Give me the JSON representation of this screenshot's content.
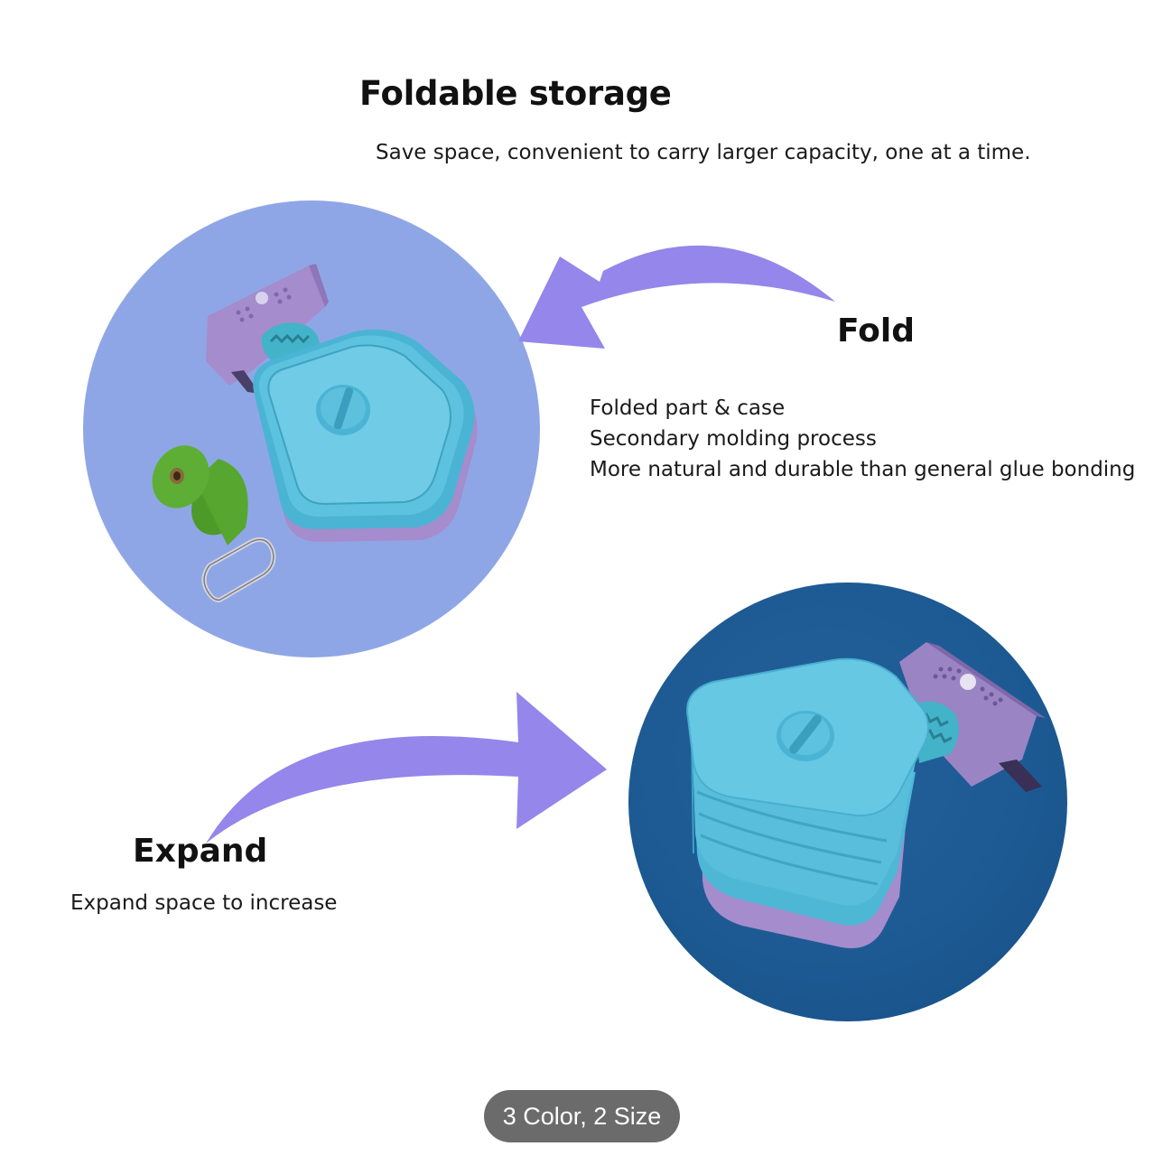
{
  "header": {
    "title": "Foldable storage",
    "subtitle": "Save space, convenient to carry larger capacity, one at a time."
  },
  "fold": {
    "title": "Fold",
    "lines": [
      "Folded part & case",
      "Secondary molding process",
      "More natural and durable than general glue bonding"
    ]
  },
  "expand": {
    "title": "Expand",
    "description": "Expand space to increase"
  },
  "badge": {
    "label": "3 Color, 2 Size"
  },
  "colors": {
    "arrow": "#9486ea",
    "fold_circle": "#8fa6e6",
    "expand_circle": "#1d5a93",
    "product_blue": "#5cc2df",
    "product_purple": "#a58ccc",
    "bag_roll": "#4d9a28",
    "badge_bg": "#6b6b6b"
  },
  "icons": {
    "fold_arrow": "curved-arrow-left-icon",
    "expand_arrow": "curved-arrow-right-icon"
  }
}
